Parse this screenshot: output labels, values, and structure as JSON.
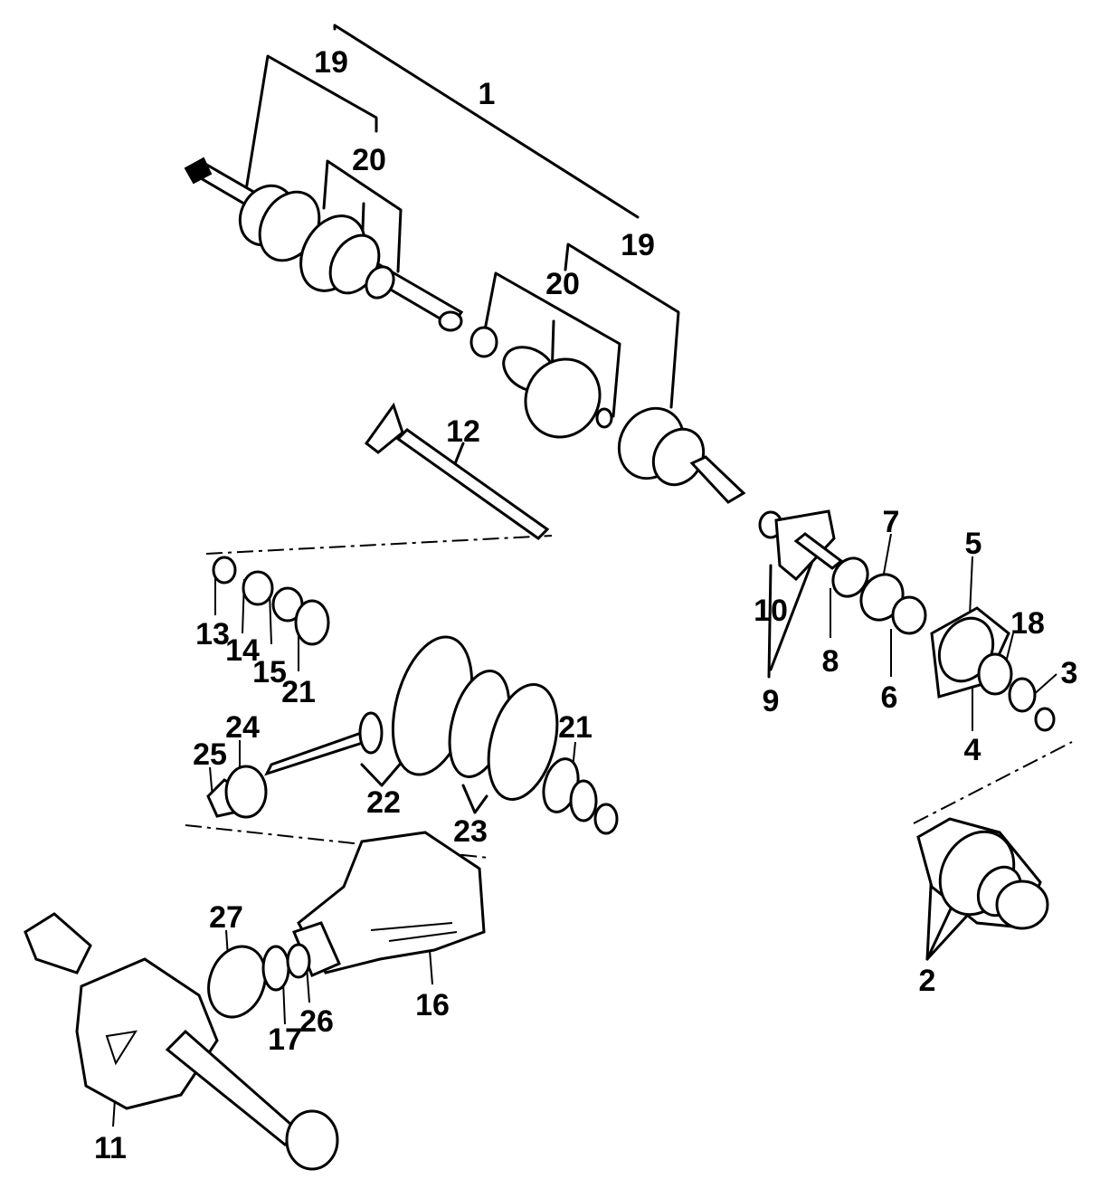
{
  "callouts": {
    "c1": "1",
    "c2": "2",
    "c3": "3",
    "c4": "4",
    "c5": "5",
    "c6": "6",
    "c7": "7",
    "c8": "8",
    "c9": "9",
    "c10": "10",
    "c11": "11",
    "c12": "12",
    "c13": "13",
    "c14": "14",
    "c15": "15",
    "c16": "16",
    "c17": "17",
    "c18": "18",
    "c19a": "19",
    "c19b": "19",
    "c20a": "20",
    "c20b": "20",
    "c21a": "21",
    "c21b": "21",
    "c22": "22",
    "c23": "23",
    "c24": "24",
    "c25": "25",
    "c26": "26",
    "c27": "27"
  }
}
